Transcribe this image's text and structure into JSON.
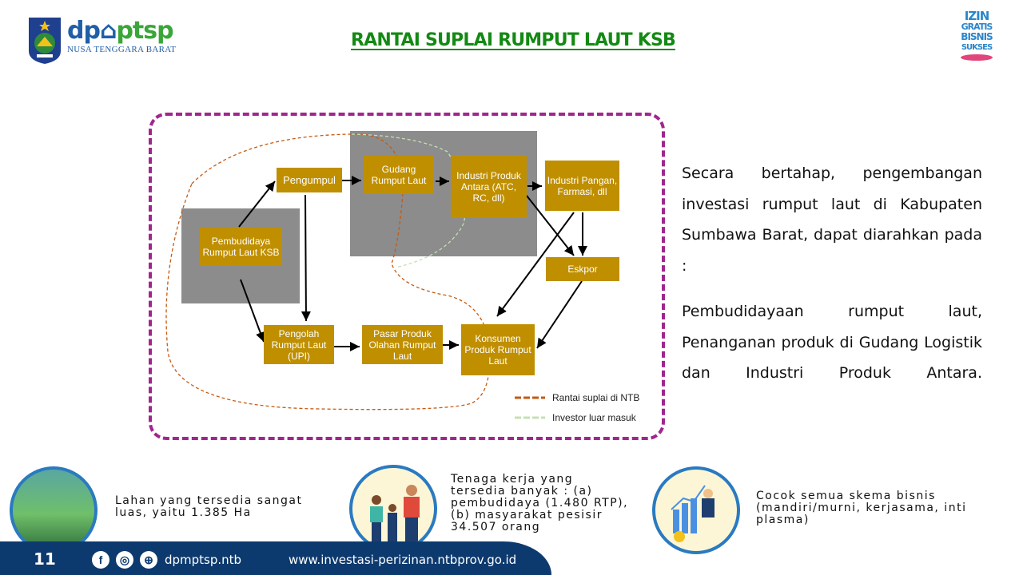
{
  "header": {
    "logo_brand_dp": "dp",
    "logo_brand_ptsp": "ptsp",
    "logo_region": "NUSA TENGGARA BARAT",
    "title": "RANTAI SUPLAI RUMPUT LAUT KSB",
    "badge_lines": [
      "IZIN",
      "GRATIS",
      "BISNIS",
      "SUKSES"
    ]
  },
  "diagram": {
    "nodes": {
      "pembudidaya": "Pembudidaya Rumput Laut KSB",
      "pengumpul": "Pengumpul",
      "gudang": "Gudang Rumput Laut",
      "industri_antara": "Industri Produk Antara (ATC, RC, dll)",
      "industri_pangan": "Industri Pangan, Farmasi, dll",
      "eskpor": "Eskpor",
      "pengolah": "Pengolah Rumput Laut (UPI)",
      "pasar": "Pasar Produk Olahan Rumput Laut",
      "konsumen": "Konsumen Produk Rumput Laut"
    },
    "legend": [
      {
        "label": "Rantai suplai di NTB",
        "color": "#c55a11"
      },
      {
        "label": "Investor luar masuk",
        "color": "#c5e0b4"
      }
    ],
    "colors": {
      "node": "#bf8f00",
      "group": "#8c8c8c",
      "frame": "#a0268f"
    }
  },
  "description": {
    "intro": "Secara bertahap, pengembangan investasi rumput laut di Kabupaten Sumbawa Barat, dapat diarahkan pada :",
    "points": "Pembudidayaan rumput laut, Penanganan produk di Gudang Logistik dan Industri Produk Antara."
  },
  "facts": [
    {
      "icon": "seaweed-image",
      "text": "Lahan yang tersedia sangat luas, yaitu 1.385 Ha"
    },
    {
      "icon": "workers-image",
      "text": "Tenaga kerja yang tersedia banyak : (a) pembudidaya (1.480 RTP), (b) masyarakat pesisir 34.507 orang"
    },
    {
      "icon": "business-image",
      "text": "Cocok semua skema bisnis (mandiri/murni, kerjasama, inti plasma)"
    }
  ],
  "footer": {
    "page_number": "11",
    "social_handle": "dpmptsp.ntb",
    "website": "www.investasi-perizinan.ntbprov.go.id",
    "social_icons": [
      "facebook-icon",
      "instagram-icon",
      "globe-icon"
    ]
  }
}
